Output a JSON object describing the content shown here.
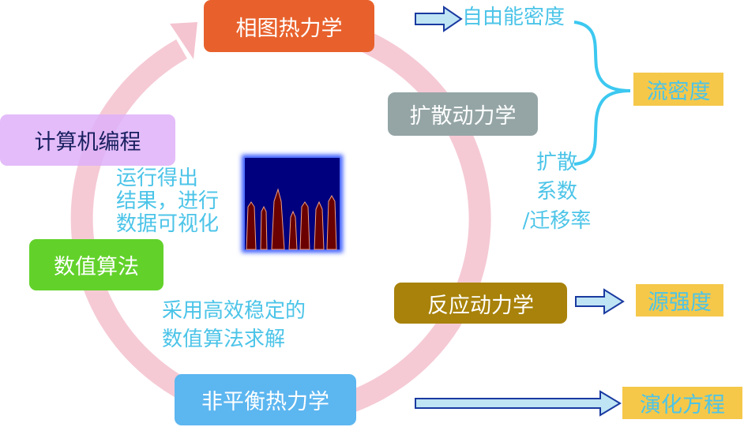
{
  "nodes": {
    "phase_thermo": "相图热力学",
    "diffusion_kinetics": "扩散动力学",
    "programming": "计算机编程",
    "numerical_algorithm": "数值算法",
    "reaction_kinetics": "反应动力学",
    "nonequilibrium_thermo": "非平衡热力学"
  },
  "outputs": {
    "free_energy_density": "自由能密度",
    "flux_density": "流密度",
    "source_strength": "源强度",
    "evolution_equation": "演化方程"
  },
  "notes": {
    "diffusion_coeff": [
      "扩散",
      "系数",
      "/迁移率"
    ],
    "run_visualize": [
      "运行得出",
      "结果，进行",
      "数据可视化"
    ],
    "solve": [
      "采用高效稳定的",
      "数值算法求解"
    ]
  },
  "colors": {
    "ring": "#f4c4d0",
    "orange": "#e8612c",
    "gray": "#95a5a6",
    "lavender": "#e2b8f8",
    "green": "#62d22a",
    "olive": "#a8820a",
    "blue": "#5cb6f0",
    "yellow": "#f5c84a",
    "cyan": "#4cc4e8"
  }
}
